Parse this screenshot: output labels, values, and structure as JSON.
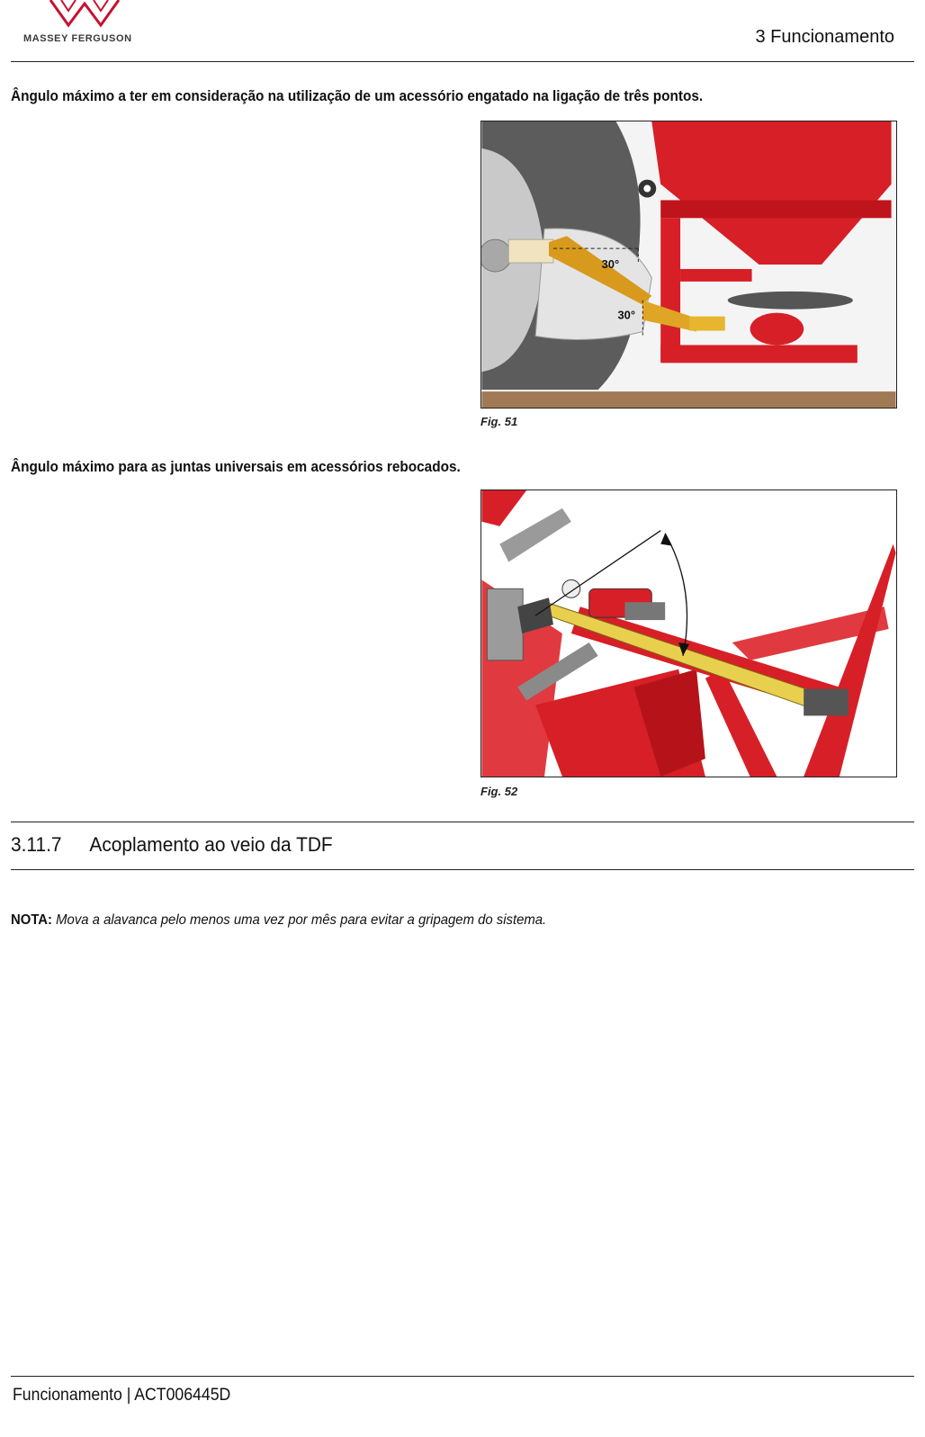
{
  "header": {
    "brand_name": "MASSEY FERGUSON",
    "chapter": "3 Funcionamento",
    "brand_color": "#c8102e"
  },
  "sections": [
    {
      "heading": "Ângulo máximo a ter em consideração na utilização de um acessório engatado na ligação de três pontos.",
      "figure": {
        "caption": "Fig. 51",
        "angle_labels": [
          "30°",
          "30°"
        ]
      }
    },
    {
      "heading": "Ângulo máximo para as juntas universais em acessórios rebocados.",
      "figure": {
        "caption": "Fig. 52"
      }
    }
  ],
  "subsection": {
    "number": "3.11.7",
    "title": "Acoplamento ao veio da TDF"
  },
  "note": {
    "label": "NOTA:",
    "text": "Mova a alavanca pelo menos uma vez por mês para evitar a gripagem do sistema."
  },
  "footer": {
    "text": "Funcionamento | ACT006445D"
  }
}
